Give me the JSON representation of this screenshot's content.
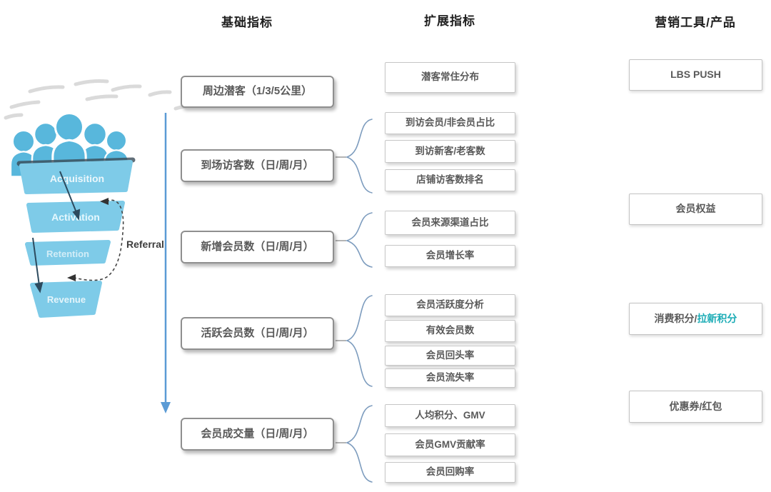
{
  "headers": {
    "basic": "基础指标",
    "extended": "扩展指标",
    "tools": "营销工具/产品"
  },
  "funnel": {
    "stages": [
      "Acquisition",
      "Activation",
      "Retention",
      "Revenue"
    ],
    "referral_label": "Referral"
  },
  "basic_metrics": [
    "周边潜客（1/3/5公里）",
    "到场访客数（日/周/月）",
    "新增会员数（日/周/月）",
    "活跃会员数（日/周/月）",
    "会员成交量（日/周/月）"
  ],
  "extended_metrics": {
    "group1": [
      "潜客常住分布"
    ],
    "group2": [
      "到访会员/非会员占比",
      "到访新客/老客数",
      "店铺访客数排名"
    ],
    "group3": [
      "会员来源渠道占比",
      "会员增长率"
    ],
    "group4": [
      "会员活跃度分析",
      "有效会员数",
      "会员回头率",
      "会员流失率"
    ],
    "group5": [
      "人均积分、GMV",
      "会员GMV贡献率",
      "会员回购率"
    ]
  },
  "marketing_tools": {
    "item1": {
      "label": "LBS PUSH"
    },
    "item2": {
      "label": "会员权益"
    },
    "item3": {
      "primary": "消费积分/",
      "accent": "拉新积分"
    },
    "item4": {
      "label": "优惠券/红包"
    }
  },
  "colors": {
    "accent_teal": "#1cacb6",
    "funnel_blue": "#7ecbe8",
    "people_blue": "#58b7dc",
    "flow_line_blue": "#5b9bd5",
    "brace_blue_gray": "#7d9cbe"
  }
}
